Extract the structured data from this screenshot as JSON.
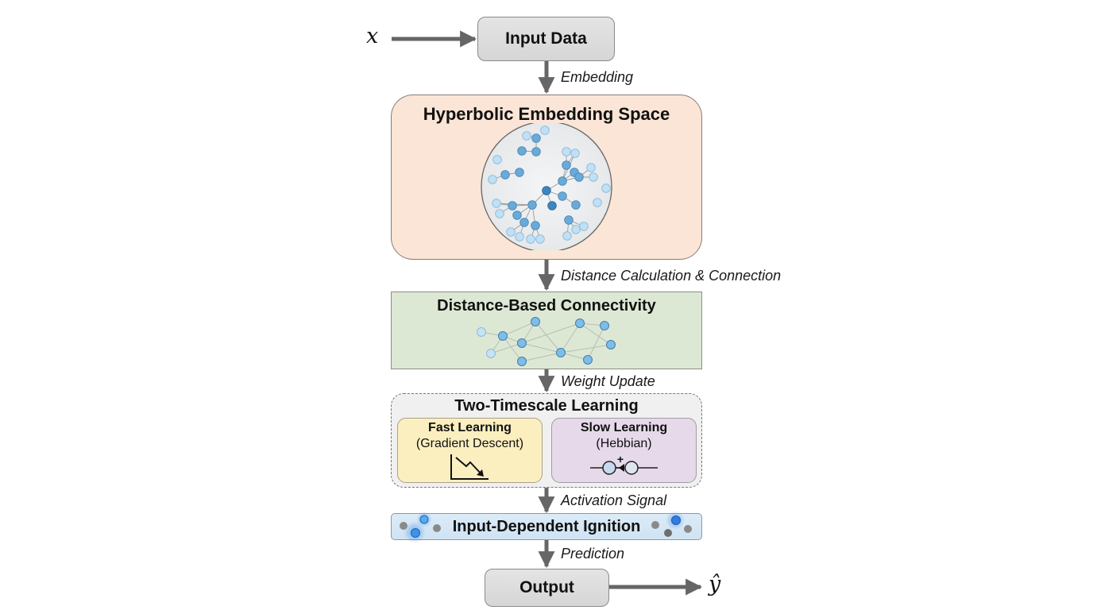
{
  "input": {
    "symbol": "x",
    "label": "Input Data"
  },
  "edges": {
    "embedding": "Embedding",
    "distance": "Distance Calculation & Connection",
    "weight": "Weight Update",
    "activation": "Activation Signal",
    "prediction": "Prediction"
  },
  "hyperbolic": {
    "title": "Hyperbolic Embedding Space"
  },
  "connectivity": {
    "title": "Distance-Based Connectivity"
  },
  "two_timescale": {
    "title": "Two-Timescale Learning",
    "fast": {
      "title": "Fast Learning",
      "subtitle": "(Gradient Descent)",
      "icon": "descending-chart-icon"
    },
    "slow": {
      "title": "Slow Learning",
      "subtitle": "(Hebbian)",
      "icon": "synapse-icon",
      "sign": "+"
    }
  },
  "ignition": {
    "title": "Input-Dependent Ignition"
  },
  "output": {
    "label": "Output",
    "symbol": "ŷ"
  },
  "colors": {
    "hyperbolic_bg": "#fbe5d6",
    "connectivity_bg": "#dde8d4",
    "two_timescale_bg": "#f0f0f0",
    "fast_bg": "#fbefc0",
    "slow_bg": "#e6d9ea",
    "ignition_bg": "#d4e6f4",
    "node_dark": "#3f86c0",
    "node_mid": "#6aaad8",
    "node_light": "#bfe0f5",
    "glow": "#2b7de0",
    "arrow": "#666666"
  }
}
